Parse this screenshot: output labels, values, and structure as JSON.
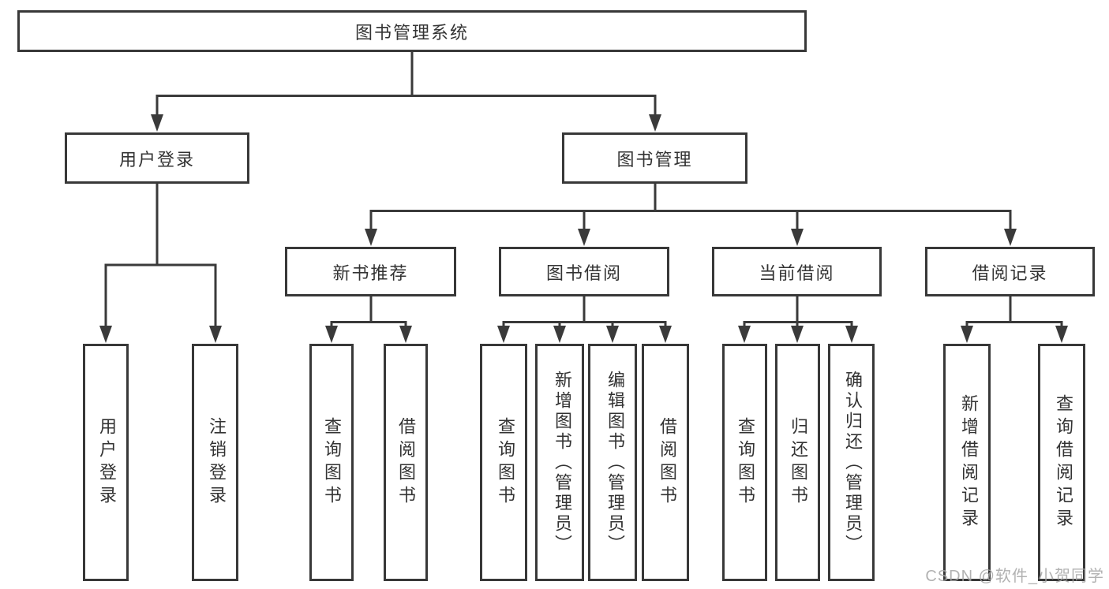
{
  "diagram_title": "图书管理系统",
  "nodes": {
    "root": {
      "label": "图书管理系统"
    },
    "user_login": {
      "label": "用户登录"
    },
    "book_mgmt": {
      "label": "图书管理"
    },
    "new_book_rec": {
      "label": "新书推荐"
    },
    "book_borrow": {
      "label": "图书借阅"
    },
    "current_borrow": {
      "label": "当前借阅"
    },
    "borrow_record": {
      "label": "借阅记录"
    },
    "leaf_user_login": {
      "label": "用户登录"
    },
    "leaf_logout": {
      "label": "注销登录"
    },
    "leaf_rec_query_book": {
      "label": "查询图书"
    },
    "leaf_rec_borrow_book": {
      "label": "借阅图书"
    },
    "leaf_bb_query_book": {
      "label": "查询图书"
    },
    "leaf_bb_add_book": {
      "label": "新增图书（管理员）"
    },
    "leaf_bb_edit_book": {
      "label": "编辑图书（管理员）"
    },
    "leaf_bb_borrow_book": {
      "label": "借阅图书"
    },
    "leaf_cb_query_book": {
      "label": "查询图书"
    },
    "leaf_cb_return_book": {
      "label": "归还图书"
    },
    "leaf_cb_confirm_return": {
      "label": "确认归还（管理员）"
    },
    "leaf_br_add_record": {
      "label": "新增借阅记录"
    },
    "leaf_br_query_record": {
      "label": "查询借阅记录"
    }
  },
  "structure": {
    "root": [
      "user_login",
      "book_mgmt"
    ],
    "user_login": [
      "leaf_user_login",
      "leaf_logout"
    ],
    "book_mgmt": [
      "new_book_rec",
      "book_borrow",
      "current_borrow",
      "borrow_record"
    ],
    "new_book_rec": [
      "leaf_rec_query_book",
      "leaf_rec_borrow_book"
    ],
    "book_borrow": [
      "leaf_bb_query_book",
      "leaf_bb_add_book",
      "leaf_bb_edit_book",
      "leaf_bb_borrow_book"
    ],
    "current_borrow": [
      "leaf_cb_query_book",
      "leaf_cb_return_book",
      "leaf_cb_confirm_return"
    ],
    "borrow_record": [
      "leaf_br_add_record",
      "leaf_br_query_record"
    ]
  },
  "watermark": {
    "text": "CSDN @软件_小贺同学"
  },
  "colors": {
    "line": "#3a3a3a",
    "box_border": "#383838",
    "text": "#333333",
    "background": "#ffffff",
    "watermark": "#a5a5a5"
  }
}
